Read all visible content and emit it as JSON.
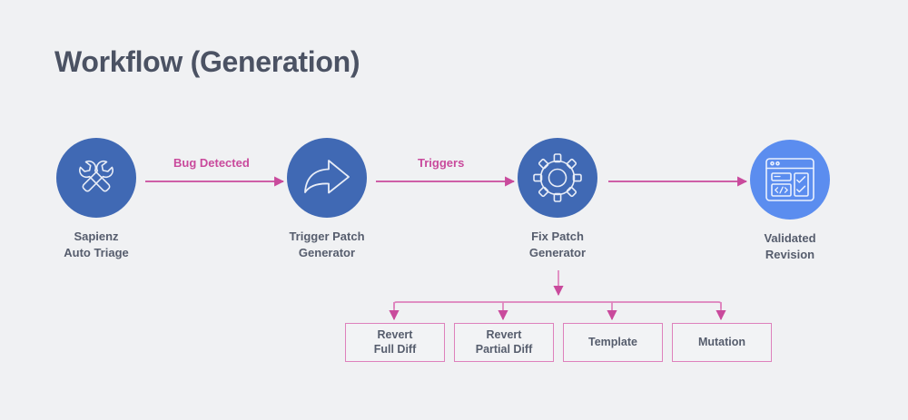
{
  "page": {
    "title": "Workflow (Generation)",
    "background_color": "#F0F1F3",
    "title_color": "#4B5263"
  },
  "colors": {
    "node_blue_dark": "#4069B4",
    "node_blue_light": "#5B8DEF",
    "accent_pink": "#C94A9C",
    "box_border_pink": "#DE81BC",
    "label_gray": "#565D6D"
  },
  "nodes": [
    {
      "id": "sapienz-auto-triage",
      "label": "Sapienz\nAuto Triage",
      "icon": "tools-wrench-hammer-icon",
      "circle_color": "#4069B4"
    },
    {
      "id": "trigger-patch-generator",
      "label": "Trigger Patch\nGenerator",
      "icon": "curved-forward-arrow-icon",
      "circle_color": "#4069B4"
    },
    {
      "id": "fix-patch-generator",
      "label": "Fix Patch\nGenerator",
      "icon": "gear-icon",
      "circle_color": "#4069B4"
    },
    {
      "id": "validated-revision",
      "label": "Validated\nRevision",
      "icon": "browser-code-checklist-icon",
      "circle_color": "#5B8DEF"
    }
  ],
  "connectors": [
    {
      "id": "sapienz-to-trigger",
      "label": "Bug Detected"
    },
    {
      "id": "trigger-to-fix",
      "label": "Triggers"
    },
    {
      "id": "fix-to-validated",
      "label": ""
    }
  ],
  "branches": {
    "source": "fix-patch-generator",
    "items": [
      {
        "id": "revert-full-diff",
        "label": "Revert\nFull Diff"
      },
      {
        "id": "revert-partial-diff",
        "label": "Revert\nPartial Diff"
      },
      {
        "id": "template",
        "label": "Template"
      },
      {
        "id": "mutation",
        "label": "Mutation"
      }
    ]
  }
}
